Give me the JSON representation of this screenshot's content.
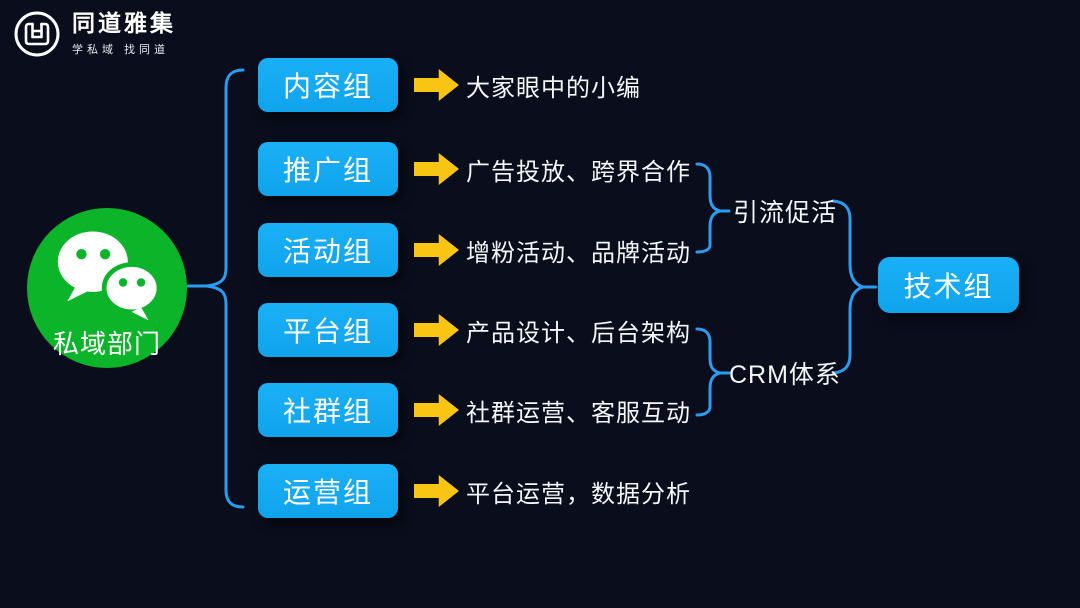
{
  "brand": {
    "title": "同道雅集",
    "tagline": "学私域 找同道",
    "logo_icon": "brand-logo-icon"
  },
  "root": {
    "label": "私域部门",
    "icon": "wechat-icon"
  },
  "teams": [
    {
      "label": "内容组",
      "desc": "大家眼中的小编"
    },
    {
      "label": "推广组",
      "desc": "广告投放、跨界合作"
    },
    {
      "label": "活动组",
      "desc": "增粉活动、品牌活动"
    },
    {
      "label": "平台组",
      "desc": "产品设计、后台架构"
    },
    {
      "label": "社群组",
      "desc": "社群运营、客服互动"
    },
    {
      "label": "运营组",
      "desc": "平台运营，数据分析"
    }
  ],
  "groups": [
    {
      "label": "引流促活",
      "children": [
        "推广组",
        "活动组"
      ]
    },
    {
      "label": "CRM体系",
      "children": [
        "平台组",
        "社群组"
      ]
    }
  ],
  "result": {
    "label": "技术组"
  },
  "icons": {
    "brand-logo-icon": "maze-glyph-in-circle",
    "wechat-icon": "two-chat-bubbles",
    "right-arrow-icon": "right-block-arrow"
  },
  "colors": {
    "background": "#0a0e1c",
    "node_blue": "#14a9f1",
    "line_blue": "#2a9cf2",
    "arrow_yellow": "#f9c513",
    "wechat_green": "#0cb42a",
    "text": "#ffffff"
  }
}
